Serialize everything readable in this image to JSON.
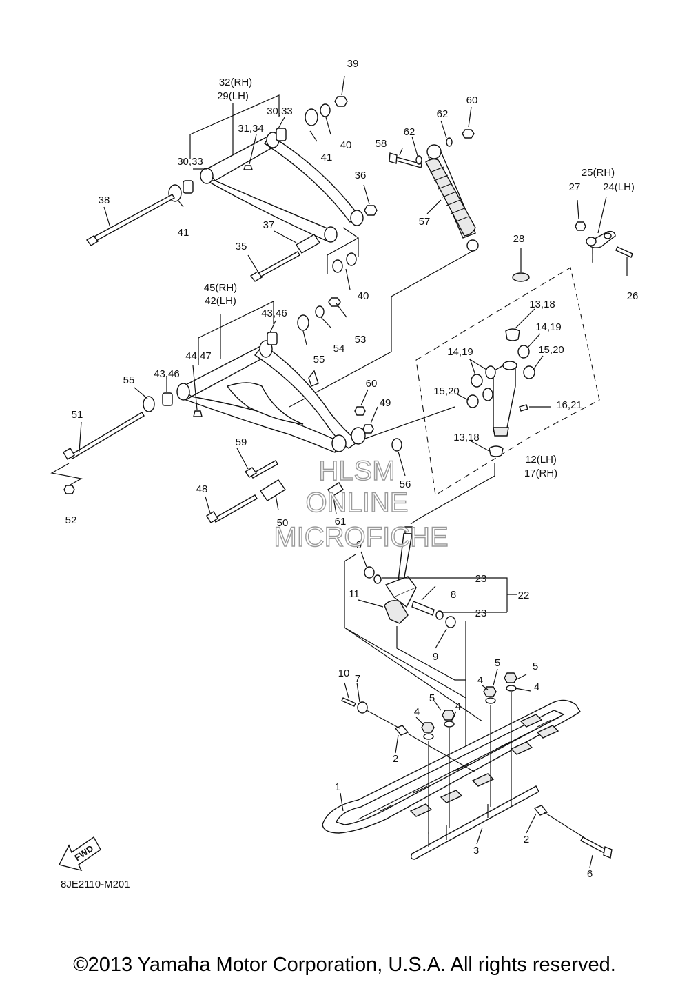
{
  "callouts": {
    "c1": "1",
    "c2a": "2",
    "c2b": "2",
    "c3": "3",
    "c4a": "4",
    "c4b": "4",
    "c4c": "4",
    "c4d": "4",
    "c5a": "5",
    "c5b": "5",
    "c5c": "5",
    "c6": "6",
    "c7": "7",
    "c8": "8",
    "c9a": "9",
    "c9b": "9",
    "c10": "10",
    "c11": "11",
    "c12": "12(LH)",
    "c17": "17(RH)",
    "c1318a": "13,18",
    "c1318b": "13,18",
    "c1419a": "14,19",
    "c1419b": "14,19",
    "c1520a": "15,20",
    "c1520b": "15,20",
    "c1621": "16,21",
    "c22": "22",
    "c23a": "23",
    "c23b": "23",
    "c25": "25(RH)",
    "c24": "24(LH)",
    "c26": "26",
    "c27": "27",
    "c28": "28",
    "c32": "32(RH)",
    "c29": "29(LH)",
    "c3033a": "30,33",
    "c3033b": "30,33",
    "c3134": "31,34",
    "c35": "35",
    "c36": "36",
    "c37": "37",
    "c38": "38",
    "c39": "39",
    "c40a": "40",
    "c40b": "40",
    "c41a": "41",
    "c41b": "41",
    "c45": "45(RH)",
    "c42": "42(LH)",
    "c4346a": "43,46",
    "c4346b": "43,46",
    "c4447": "44,47",
    "c48": "48",
    "c49": "49",
    "c50": "50",
    "c51": "51",
    "c52": "52",
    "c53": "53",
    "c54": "54",
    "c55a": "55",
    "c55b": "55",
    "c56": "56",
    "c57": "57",
    "c58": "58",
    "c59": "59",
    "c60a": "60",
    "c60b": "60",
    "c61": "61",
    "c62a": "62",
    "c62b": "62"
  },
  "watermark": {
    "line1": "HLSM",
    "line2": "ONLINE",
    "line3": "MICROFICHE"
  },
  "fwd_label": "FWD",
  "diagram_code": "8JE2110-M201",
  "copyright": "©2013 Yamaha Motor Corporation, U.S.A. All rights reserved."
}
